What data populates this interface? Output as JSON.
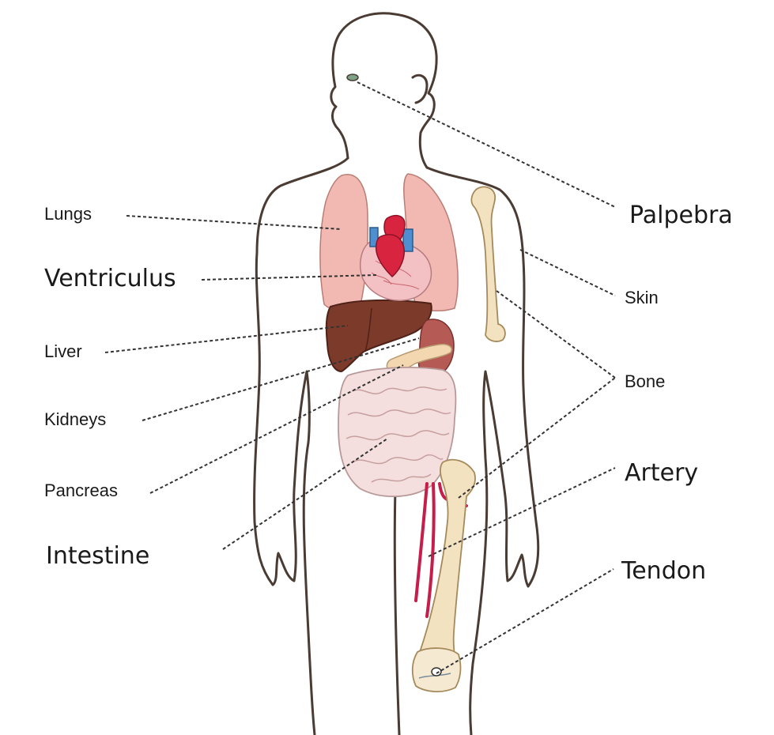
{
  "labels": {
    "lungs": "Lungs",
    "ventriculus": "Ventriculus",
    "liver": "Liver",
    "kidneys": "Kidneys",
    "pancreas": "Pancreas",
    "intestine": "Intestine",
    "palpebra": "Palpebra",
    "skin": "Skin",
    "bone": "Bone",
    "artery": "Artery",
    "tendon": "Tendon"
  },
  "colors": {
    "outline": "#4a3b33",
    "lung": "#f1b9b1",
    "heart": "#d8243f",
    "vein": "#4f8fd0",
    "stomach": "#f3c0c4",
    "liver": "#7c3a2a",
    "kidney": "#b55a55",
    "pancreas": "#f2d7b0",
    "intestine": "#f4dede",
    "bone": "#f3e2c0",
    "artery": "#c61e4a",
    "leader": "#333333"
  }
}
